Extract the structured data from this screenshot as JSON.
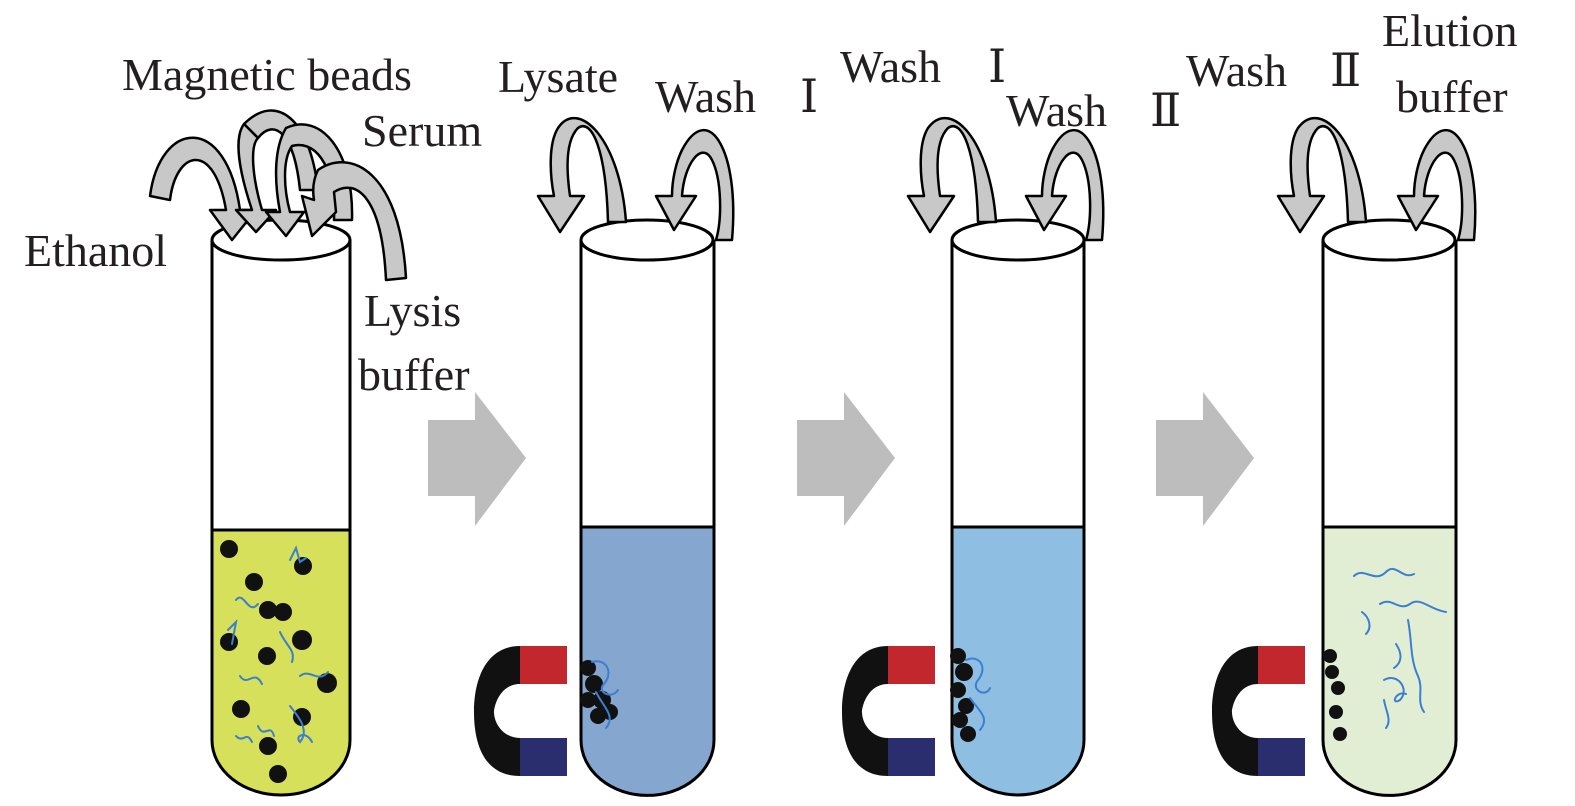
{
  "colors": {
    "outline": "#000000",
    "arrow_fill": "#c8c8c8",
    "step_arrow": "#bdbdbd",
    "bead": "#111111",
    "strand": "#3a7fd0",
    "magnet_body": "#111111",
    "magnet_north": "#c2272d",
    "magnet_south": "#2a2e6e",
    "liquid_lysis": "#d6e05a",
    "liquid_wash1": "#85a6cf",
    "liquid_wash2": "#8ebfe2",
    "liquid_elution": "#e2eed3"
  },
  "tubes": [
    {
      "id": "tube-1",
      "liquid": "lysis mixture",
      "labels": {
        "magnetic_beads": "Magnetic beads",
        "serum": "Serum",
        "ethanol": "Ethanol",
        "lysis_1": "Lysis",
        "lysis_2": "buffer"
      },
      "has_magnet": false
    },
    {
      "id": "tube-2",
      "liquid": "wash I",
      "labels": {
        "lysate": "Lysate",
        "wash": "Wash",
        "numeral": "Ⅰ"
      },
      "has_magnet": true
    },
    {
      "id": "tube-3",
      "liquid": "wash II",
      "labels": {
        "wash_a": "Wash",
        "numeral_a": "Ⅰ",
        "wash_b": "Wash",
        "numeral_b": "Ⅱ"
      },
      "has_magnet": true
    },
    {
      "id": "tube-4",
      "liquid": "elution",
      "labels": {
        "wash": "Wash",
        "numeral": "Ⅱ",
        "elution_1": "Elution",
        "elution_2": "buffer"
      },
      "has_magnet": true
    }
  ],
  "icons": [
    "curved-arrow-icon",
    "step-arrow-icon",
    "magnet-icon",
    "bead-icon"
  ]
}
